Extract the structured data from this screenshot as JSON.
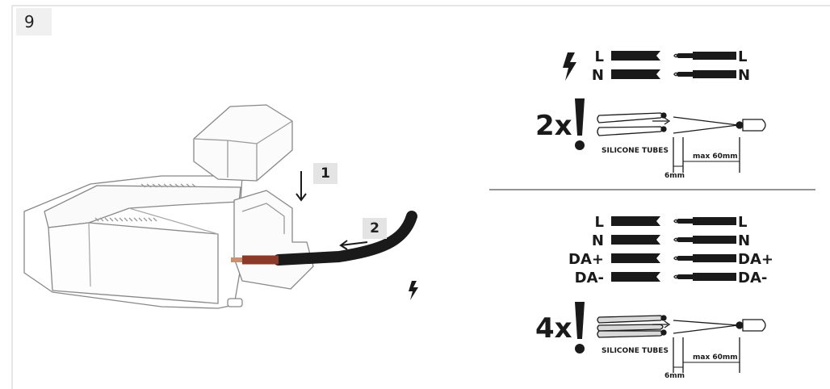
{
  "step_number": "9",
  "assembly": {
    "arrow_1_label": "1",
    "arrow_2_label": "2"
  },
  "top_panel": {
    "wires": [
      {
        "label": "L"
      },
      {
        "label": "N"
      }
    ],
    "multiplier": "2x",
    "tubes_label": "SILICONE TUBES",
    "strip_length": "6mm",
    "max_length": "max 60mm"
  },
  "bottom_panel": {
    "wires": [
      {
        "label": "L"
      },
      {
        "label": "N"
      },
      {
        "label": "DA+"
      },
      {
        "label": "DA-"
      }
    ],
    "multiplier": "4x",
    "tubes_label": "SILICONE TUBES",
    "strip_length": "6mm",
    "max_length": "max 60mm"
  },
  "colors": {
    "line": "#1a1a1a",
    "badge_bg": "#e4e4e4",
    "frame": "#e6e6e6",
    "wire_core": "#8b3a2a"
  }
}
